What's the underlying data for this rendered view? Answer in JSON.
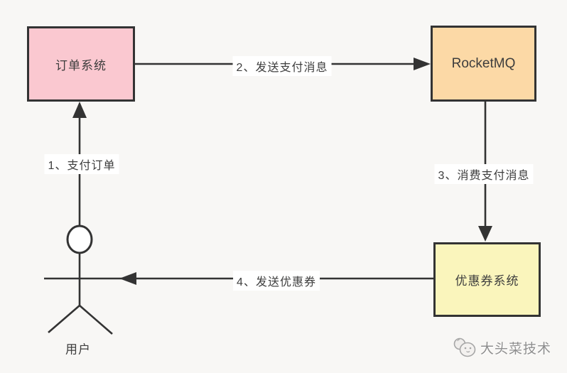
{
  "colors": {
    "background": "#f8f7f5",
    "line": "#333333",
    "order_fill": "#fac8d0",
    "rocketmq_fill": "#fcd9a6",
    "coupon_fill": "#faf5bc",
    "label_text": "#3d3d3d",
    "watermark_text": "#8e8e8e"
  },
  "diagram": {
    "nodes": {
      "order": {
        "label": "订单系统"
      },
      "rocketmq": {
        "label": "RocketMQ"
      },
      "coupon": {
        "label": "优惠券系统"
      },
      "user": {
        "label": "用户"
      }
    },
    "edges": {
      "pay_order": {
        "label": "1、支付订单",
        "from": "用户",
        "to": "订单系统"
      },
      "send_pay_msg": {
        "label": "2、发送支付消息",
        "from": "订单系统",
        "to": "RocketMQ"
      },
      "consume_pay_msg": {
        "label": "3、消费支付消息",
        "from": "RocketMQ",
        "to": "优惠券系统"
      },
      "send_coupon": {
        "label": "4、发送优惠券",
        "from": "优惠券系统",
        "to": "用户"
      }
    }
  },
  "watermark": {
    "text": "大头菜技术",
    "logo": "turnip-mascot-icon"
  }
}
